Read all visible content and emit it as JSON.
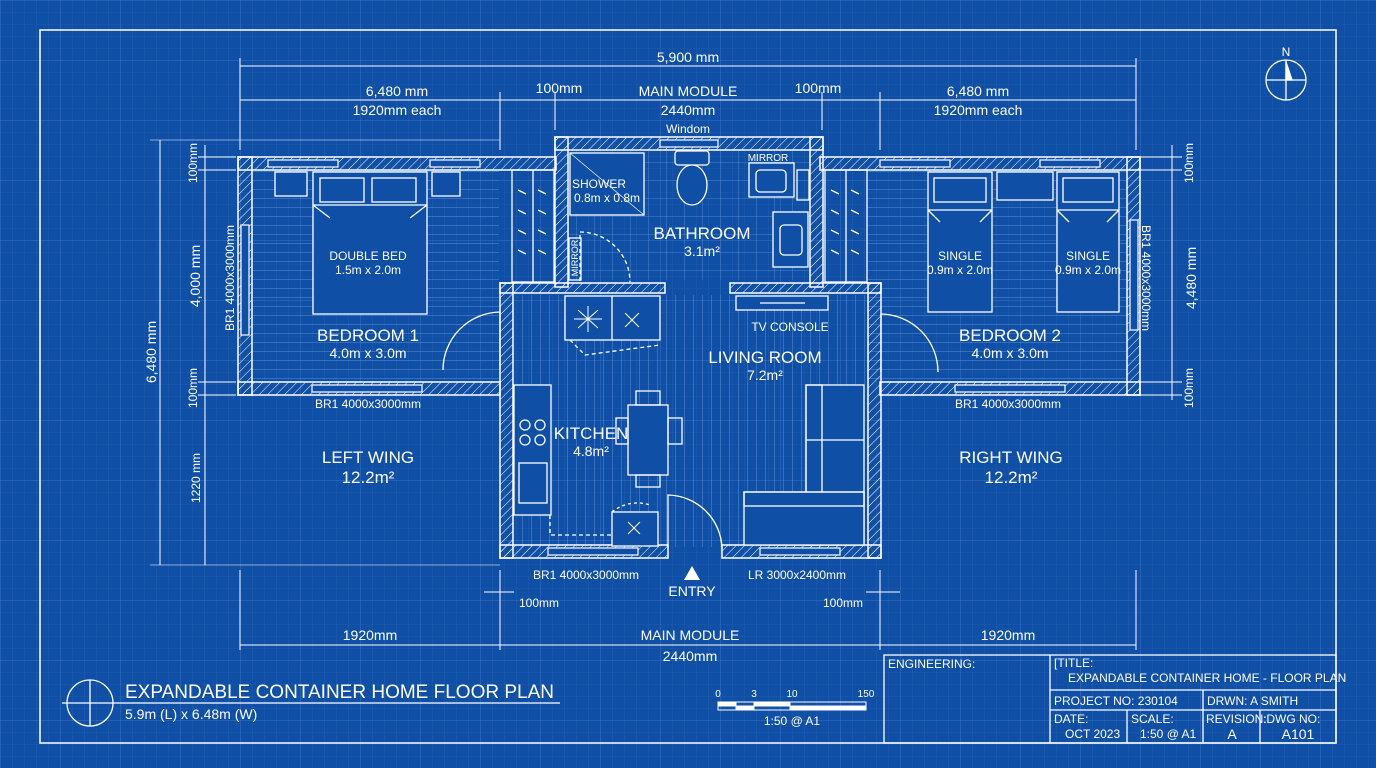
{
  "dims": {
    "overall": "5,900 mm",
    "left_wing_len": "6,480 mm",
    "left_wing_each": "1920mm each",
    "gap_left": "100mm",
    "main_module": "MAIN MODULE",
    "main_width": "2440mm",
    "gap_right": "100mm",
    "right_wing_len": "6,480 mm",
    "right_wing_each": "1920mm each",
    "window_label": "Windom",
    "left_total": "6,480 mm",
    "left_100_top": "100mm",
    "left_4000": "4,000 mm",
    "left_100_bot": "100mm",
    "left_1220": "1220 mm",
    "right_100_top": "100mm",
    "right_4480": "4,480 mm",
    "right_100_bot": "100mm",
    "bottom_100_left": "100mm",
    "bottom_100_right": "100mm",
    "bottom_1920_left": "1920mm",
    "bottom_main": "MAIN MODULE",
    "bottom_2440": "2440mm",
    "bottom_1920_right": "1920mm"
  },
  "rooms": {
    "shower": {
      "name": "SHOWER",
      "size": "0.8m x 0.8m"
    },
    "bathroom": {
      "name": "BATHROOM",
      "area": "3.1m²"
    },
    "mirror": "MIRROR",
    "mirror_side": "MIRROR",
    "double_bed": {
      "name": "DOUBLE BED",
      "size": "1.5m x 2.0m"
    },
    "bedroom1": {
      "name": "BEDROOM 1",
      "size": "4.0m x 3.0m"
    },
    "single1": {
      "name": "SINGLE",
      "size": "0.9m x 2.0m"
    },
    "single2": {
      "name": "SINGLE",
      "size": "0.9m x 2.0m"
    },
    "bedroom2": {
      "name": "BEDROOM 2",
      "size": "4.0m x 3.0m"
    },
    "tv_console": "TV CONSOLE",
    "living": {
      "name": "LIVING ROOM",
      "area": "7.2m²"
    },
    "kitchen": {
      "name": "KITCHEN",
      "area": "4.8m²"
    },
    "left_wing": {
      "name": "LEFT WING",
      "area": "12.2m²"
    },
    "right_wing": {
      "name": "RIGHT WING",
      "area": "12.2m²"
    },
    "entry": "ENTRY"
  },
  "windows": {
    "br1_left_side": "BR1 4000x3000mm",
    "br1_bottom": "BR1 4000x3000mm",
    "br1_right_side": "BR1 4000x3000mm",
    "br1_bottom_right": "BR1 4000x3000mm",
    "kitchen_bottom": "BR1 4000x3000mm",
    "living_bottom": "LR 3000x2400mm"
  },
  "compass": "N",
  "plan_title": {
    "title": "EXPANDABLE CONTAINER HOME FLOOR PLAN",
    "subtitle": "5.9m (L) x 6.48m (W)"
  },
  "scale_bar": {
    "ticks": [
      "0",
      "3",
      "10",
      "150"
    ],
    "label": "1:50 @ A1"
  },
  "title_block": {
    "engineering": "ENGINEERING:",
    "title_label": "[TITLE:",
    "title_value": "EXPANDABLE CONTAINER HOME - FLOOR PLAN",
    "project": "PROJECT NO: 230104",
    "drawn": "DRWN: A SMITH",
    "date_label": "DATE:",
    "date_value": "OCT 2023",
    "scale_label": "SCALE:",
    "scale_value": "1:50 @ A1",
    "revision_label": "REVISION:",
    "revision_value": "A",
    "dwg_label": ":DWG NO:",
    "dwg_value": "A101"
  },
  "colors": {
    "background": "#0f4fa6",
    "line": "#ffffff",
    "grid": "#2f6bc0"
  }
}
